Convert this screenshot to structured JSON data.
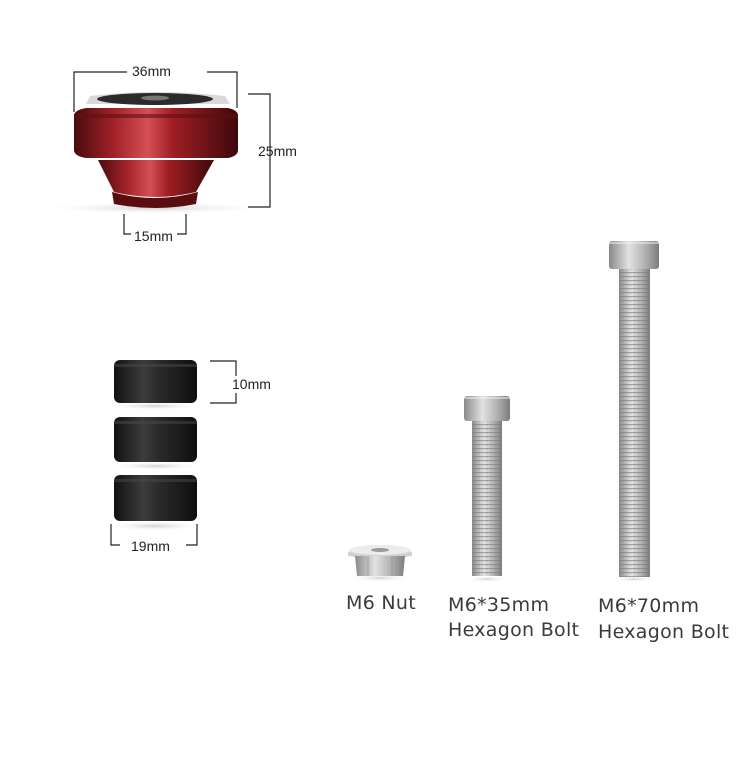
{
  "dimensions": {
    "foot_width": "36mm",
    "foot_height": "25mm",
    "foot_base": "15mm",
    "spacer_height": "10mm",
    "spacer_width": "19mm"
  },
  "captions": {
    "nut": "M6 Nut",
    "bolt35_line1": "M6*35mm",
    "bolt35_line2": "Hexagon Bolt",
    "bolt70_line1": "M6*70mm",
    "bolt70_line2": "Hexagon Bolt"
  },
  "colors": {
    "foot_red": "#8e1b1f",
    "spacer_black": "#2a2a2a",
    "steel": "#c8c8c8"
  }
}
